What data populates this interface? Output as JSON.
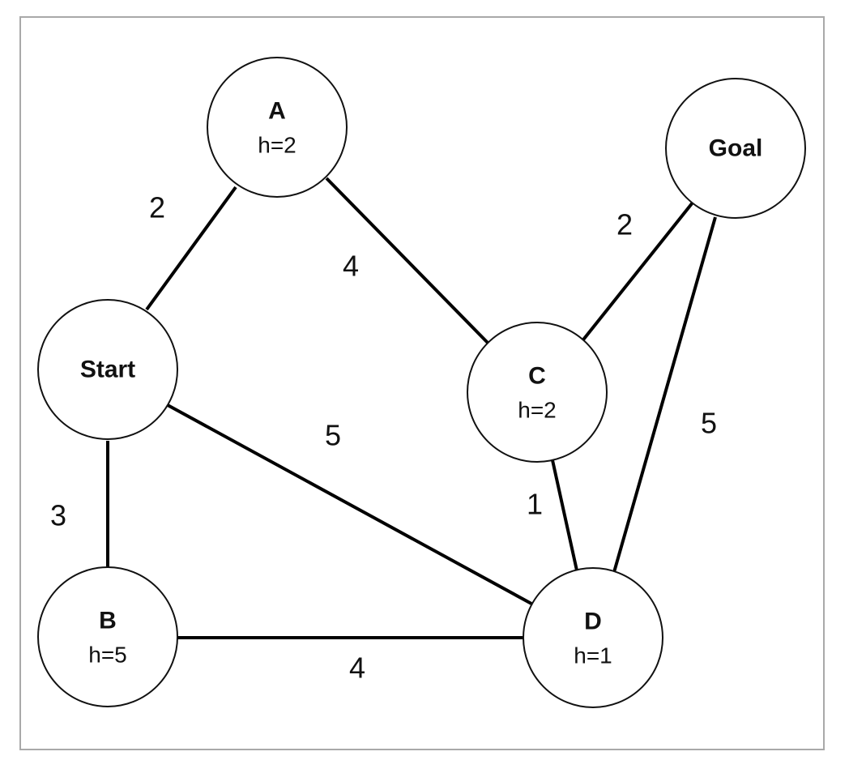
{
  "graph": {
    "nodes": [
      {
        "id": "A",
        "name": "A",
        "heuristic": "h=2"
      },
      {
        "id": "Goal",
        "name": "Goal",
        "heuristic": ""
      },
      {
        "id": "Start",
        "name": "Start",
        "heuristic": ""
      },
      {
        "id": "C",
        "name": "C",
        "heuristic": "h=2"
      },
      {
        "id": "B",
        "name": "B",
        "heuristic": "h=5"
      },
      {
        "id": "D",
        "name": "D",
        "heuristic": "h=1"
      }
    ],
    "edges": [
      {
        "from": "Start",
        "to": "A",
        "weight": "2"
      },
      {
        "from": "A",
        "to": "C",
        "weight": "4"
      },
      {
        "from": "C",
        "to": "Goal",
        "weight": "2"
      },
      {
        "from": "Start",
        "to": "D",
        "weight": "5"
      },
      {
        "from": "Goal",
        "to": "D",
        "weight": "5"
      },
      {
        "from": "C",
        "to": "D",
        "weight": "1"
      },
      {
        "from": "Start",
        "to": "B",
        "weight": "3"
      },
      {
        "from": "B",
        "to": "D",
        "weight": "4"
      }
    ]
  }
}
